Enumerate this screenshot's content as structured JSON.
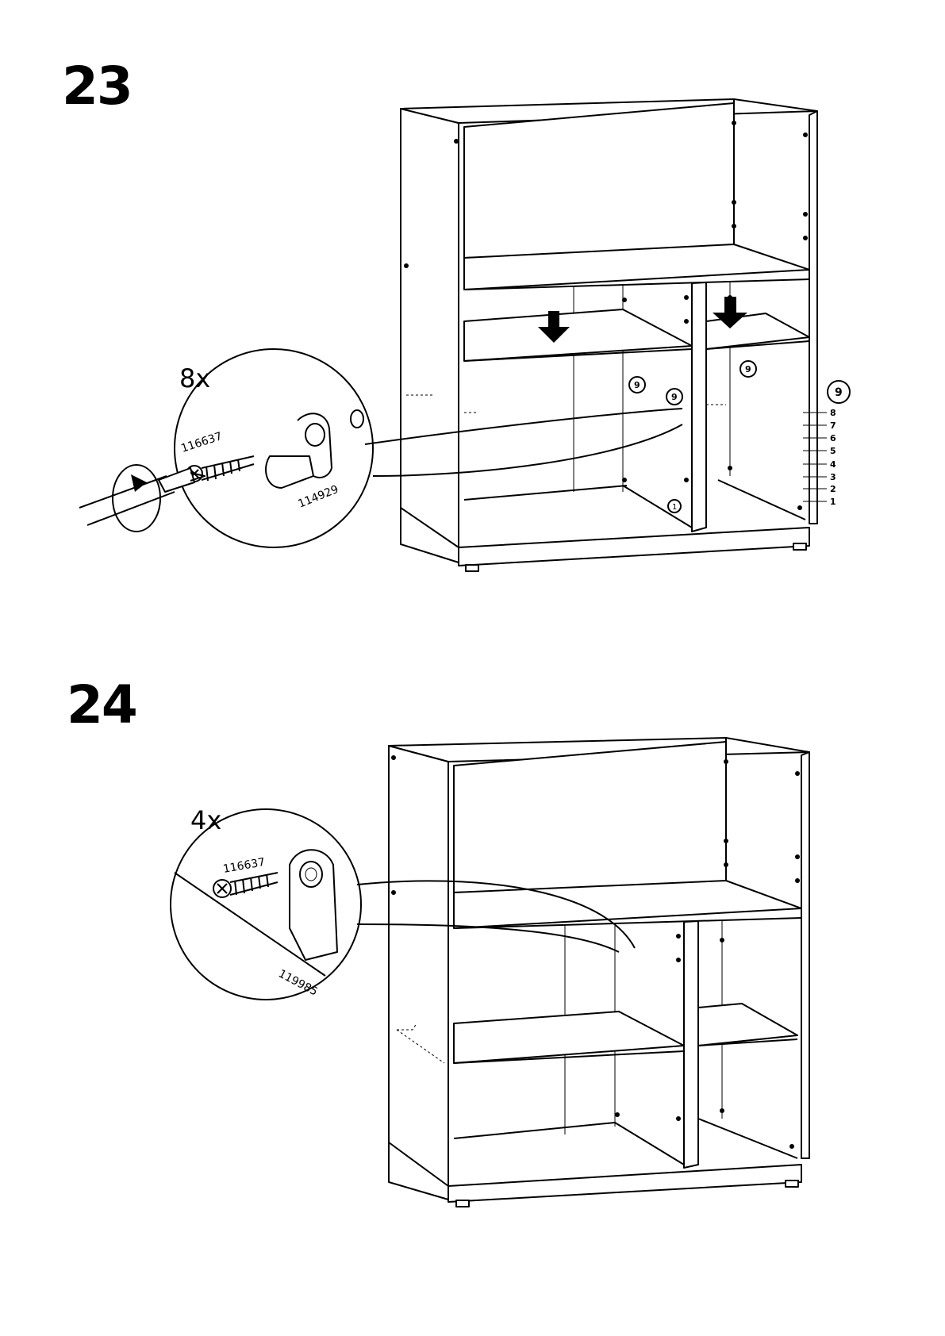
{
  "steps": [
    {
      "number": "23",
      "quantity": "8x",
      "parts": {
        "screw": "116637",
        "bracket": "114929"
      },
      "callouts": {
        "shelf_left": "9",
        "shelf_right": "9",
        "shelf_mid": "9",
        "side": "9",
        "bottom_mark": "1"
      },
      "hole_levels": [
        "9",
        "8",
        "7",
        "6",
        "5",
        "4",
        "3",
        "2",
        "1"
      ],
      "icons": [
        "screwdriver-icon",
        "rotate-arrow-icon",
        "down-arrow-icon"
      ]
    },
    {
      "number": "24",
      "quantity": "4x",
      "parts": {
        "screw": "116637",
        "bracket": "119985"
      }
    }
  ]
}
